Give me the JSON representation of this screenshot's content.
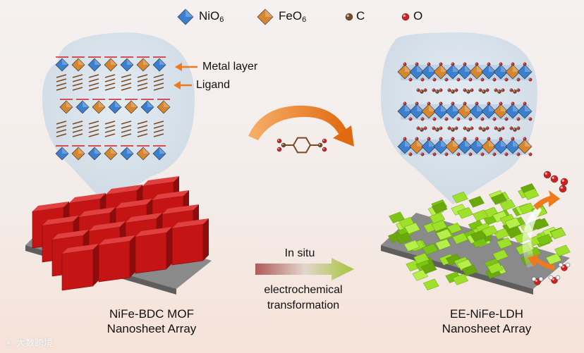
{
  "legend": {
    "items": [
      {
        "base": "NiO",
        "sub": "6",
        "color": "#3a7fd0",
        "icon": "octahedron-icon"
      },
      {
        "base": "FeO",
        "sub": "6",
        "color": "#d6862e",
        "icon": "octahedron-icon"
      },
      {
        "base": "C",
        "sub": "",
        "color": "#7a4a22",
        "icon": "atom-icon"
      },
      {
        "base": "O",
        "sub": "",
        "color": "#d11f1f",
        "icon": "atom-icon"
      }
    ]
  },
  "callouts": {
    "metal_layer": "Metal layer",
    "ligand": "Ligand"
  },
  "left_caption": {
    "line1": "NiFe-BDC MOF",
    "line2": "Nanosheet Array"
  },
  "right_caption": {
    "line1": "EE-NiFe-LDH",
    "line2": "Nanosheet Array"
  },
  "process": {
    "top": "In situ",
    "line1": "electrochemical",
    "line2": "transformation"
  },
  "watermark": "大数跨境",
  "colors": {
    "nickel": "#3a7fd0",
    "iron": "#d6862e",
    "carbon": "#7a4a22",
    "oxygen": "#d11f1f",
    "mof_sheet": "#c41414",
    "ldh_sheet": "#8fd21a",
    "substrate": "#7c7c7c",
    "arrow_orange": "#ee7a1c"
  }
}
